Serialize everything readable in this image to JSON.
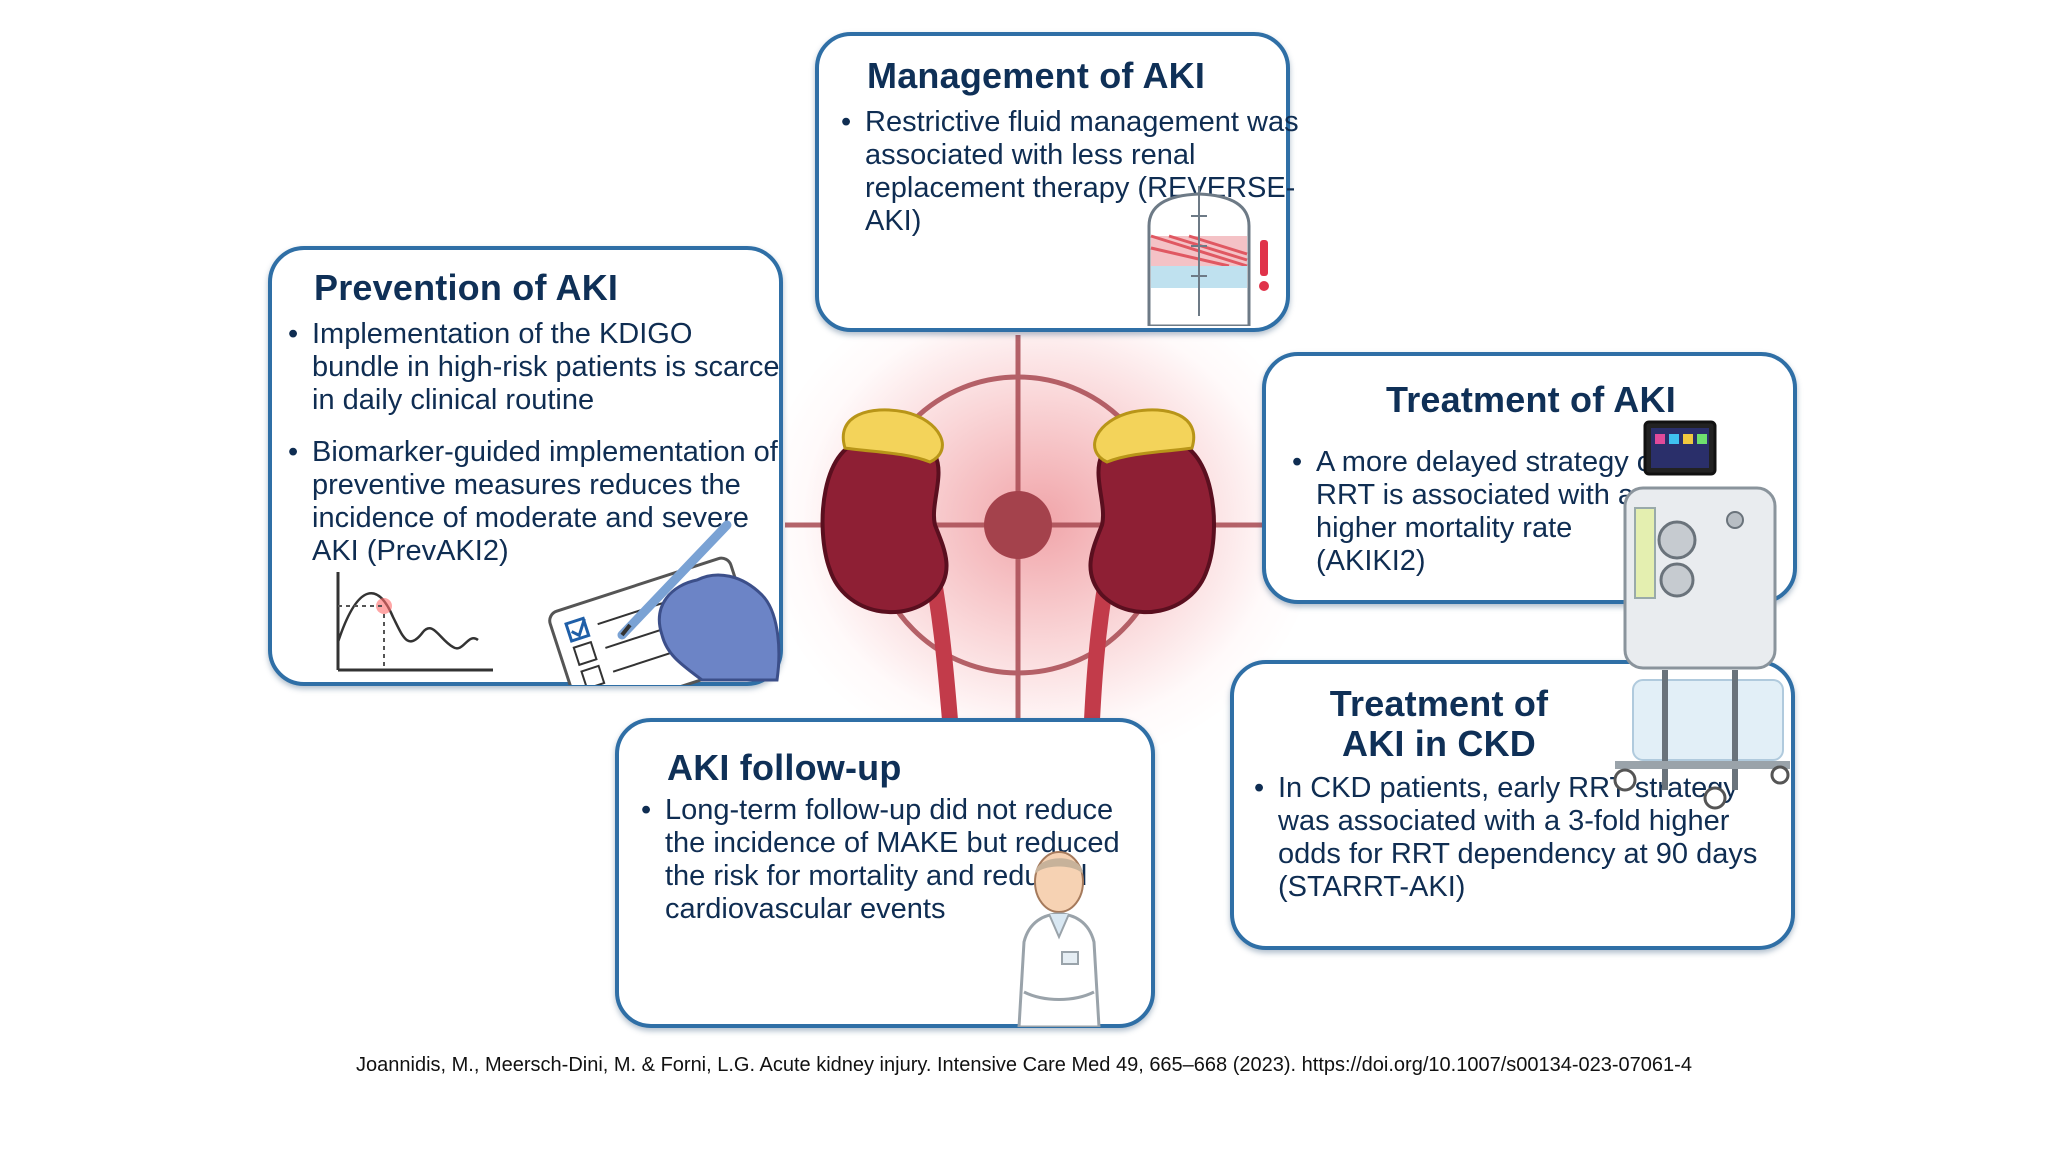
{
  "cards": {
    "management": {
      "title": "Management of AKI",
      "bullets": [
        "Restrictive fluid management was associated with less renal replacement therapy (REVERSE-AKI)"
      ]
    },
    "prevention": {
      "title": "Prevention of AKI",
      "bullets": [
        "Implementation of the KDIGO bundle in high-risk patients is scarce in daily clinical routine",
        "Biomarker-guided implementation of preventive measures reduces the incidence of moderate and severe AKI (PrevAKI2)"
      ]
    },
    "treatment": {
      "title": "Treatment of AKI",
      "bullets": [
        "A more delayed strategy of RRT is associated with a higher mortality rate (AKIKI2)"
      ]
    },
    "treatment_ckd": {
      "title": "Treatment of AKI in CKD",
      "bullets": [
        "In CKD patients, early RRT strategy was associated with a 3-fold higher odds for RRT dependency at 90 days (STARRT-AKI)"
      ]
    },
    "followup": {
      "title": "AKI follow-up",
      "bullets": [
        "Long-term follow-up did not reduce the incidence of MAKE but reduced the risk for mortality and reduced cardiovascular events"
      ]
    }
  },
  "icons": [
    "kidneys-illustration",
    "target-crosshair",
    "fluid-bag-icon",
    "exclamation-icon",
    "hand-writing-checklist-icon",
    "line-graph-icon",
    "dialysis-machine-icon",
    "doctor-icon"
  ],
  "citation": "Joannidis, M., Meersch-Dini, M. & Forni, L.G. Acute kidney injury. Intensive Care Med 49, 665–668 (2023). https://doi.org/10.1007/s00134-023-07061-4",
  "colors": {
    "card_border": "#2f6fa6",
    "title": "#0f3057",
    "kidney": "#8e1f34",
    "adrenal": "#f3d35a",
    "glow": "#e55a62"
  }
}
